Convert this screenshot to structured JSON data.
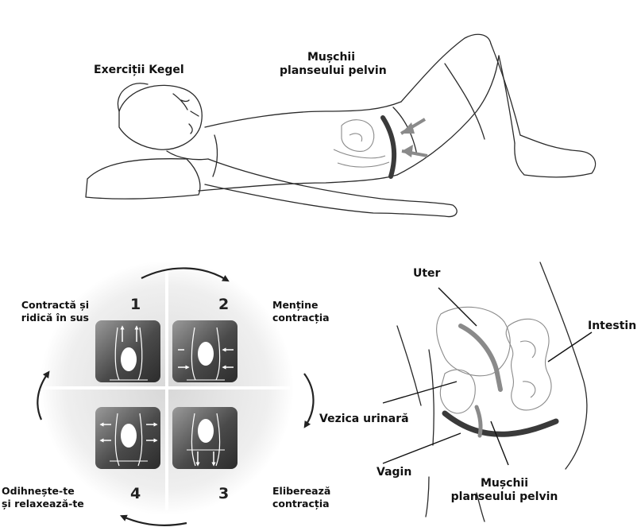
{
  "top": {
    "title": "Exerciții Kegel",
    "muscles_label": "Mușchii planseului pelvin",
    "muscles_line1": "Mușchii",
    "muscles_line2": "planseului pelvin"
  },
  "cycle": {
    "steps": [
      {
        "number": "1",
        "label_line1": "Contractă și",
        "label_line2": "ridică în sus"
      },
      {
        "number": "2",
        "label_line1": "Menține",
        "label_line2": "contracția"
      },
      {
        "number": "3",
        "label_line1": "Eliberează",
        "label_line2": "contracția"
      },
      {
        "number": "4",
        "label_line1": "Odihnește-te",
        "label_line2": "și relaxează-te"
      }
    ]
  },
  "anatomy": {
    "uter": "Uter",
    "intestin": "Intestin",
    "vezica": "Vezica urinară",
    "vagin": "Vagin",
    "muscles_line1": "Mușchii",
    "muscles_line2": "planseului pelvin"
  },
  "colors": {
    "line": "#2a2a2a",
    "muscle": "#555555",
    "organ_gray": "#8a8a8a",
    "tile_dark": "#3a3a3a",
    "tile_light": "#8c8c8c"
  }
}
